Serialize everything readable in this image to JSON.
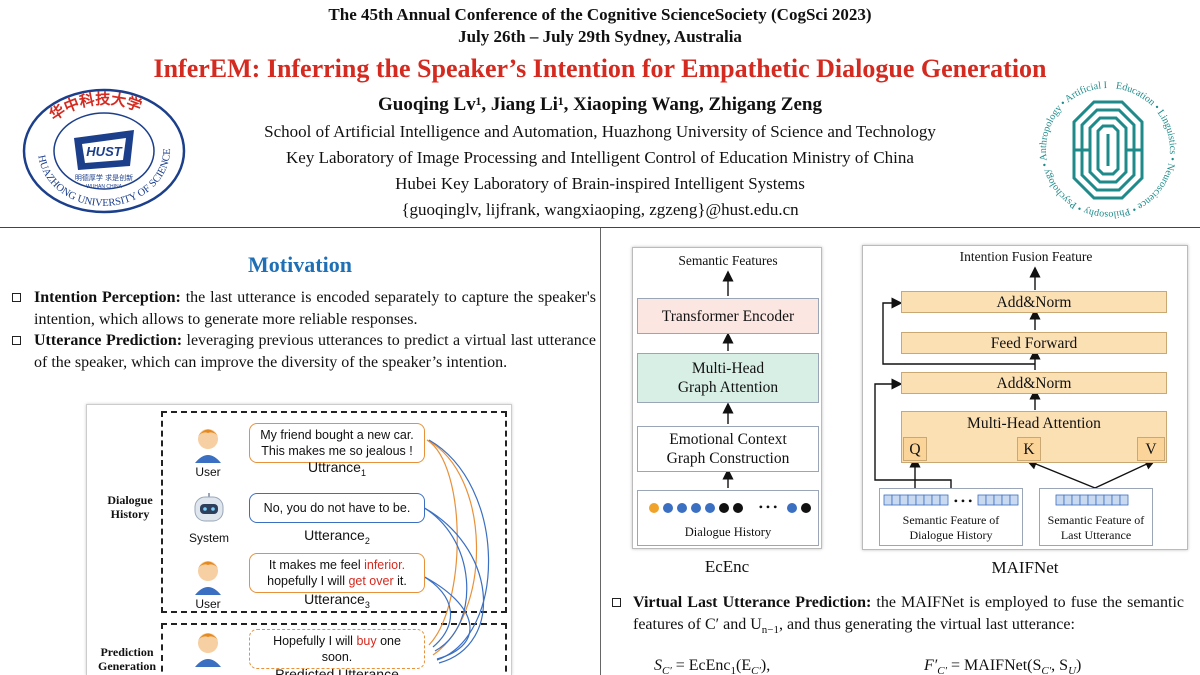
{
  "header": {
    "conference": "The 45th Annual Conference  of the Cognitive ScienceSociety (CogSci 2023)",
    "dates": "July 26th – July 29th Sydney, Australia",
    "title": "InferEM: Inferring the Speaker’s Intention for Empathetic Dialogue Generation",
    "authors": "Guoqing Lv¹, Jiang Li¹, Xiaoping Wang, Zhigang Zeng",
    "affiliations": [
      "School of Artificial Intelligence and Automation, Huazhong University of Science and Technology",
      "Key Laboratory of Image Processing and Intelligent Control of Education Ministry of China",
      "Hubei Key Laboratory of Brain-inspired Intelligent Systems",
      "{guoqinglv, lijfrank, wangxiaoping, zgzeng}@hust.edu.cn"
    ],
    "left_logo": {
      "chinese_name": "华中科技大学",
      "english_name": "HUAZHONG UNIVERSITY OF SCIENCE AND TECHNOLOGY",
      "mark": "HUST",
      "motto": "明德厚学 求是创新",
      "sub": "WUHAN CHINA",
      "color": "#1c3f8c"
    },
    "right_logo": {
      "words": [
        "Education",
        "Linguistics",
        "Neuroscience",
        "Philosophy",
        "Psychology",
        "Anthropology",
        "Artificial Intelligence"
      ],
      "color": "#1e8a8a"
    }
  },
  "motivation": {
    "title": "Motivation",
    "bullets": [
      {
        "head": "Intention Perception:",
        "text": " the last utterance is encoded separately to capture the speaker's intention, which allows to generate more reliable responses."
      },
      {
        "head": "Utterance Prediction:",
        "text": " leveraging previous utterances to predict a virtual last utterance of the speaker, which can improve the diversity of the speaker’s intention."
      }
    ]
  },
  "example": {
    "history_label_1": "Dialogue",
    "history_label_2": "History",
    "pred_label_1": "Prediction",
    "pred_label_2": "Generation",
    "turns": [
      {
        "role": "User",
        "line1": "My friend bought a new car.",
        "line2": "This makes me so jealous !",
        "utt": "Uttrance",
        "sub": "1"
      },
      {
        "role": "System",
        "line1": "No, you do not have to be.",
        "utt": "Utterance",
        "sub": "2"
      },
      {
        "role": "User",
        "line1a": "It makes me feel ",
        "line1b": "inferior.",
        "line2a": "hopefully I will ",
        "line2b": "get over",
        "line2c": " it.",
        "utt": "Utterance",
        "sub": "3"
      },
      {
        "role": "",
        "line1a": "Hopefully I will ",
        "line1b": "buy",
        "line1c": " one",
        "line2": "soon.",
        "utt": "Predicted Utterance"
      }
    ]
  },
  "ecenc": {
    "top_label": "Semantic Features",
    "blocks": [
      "Transformer Encoder",
      "Multi-Head",
      "Graph Attention",
      "Emotional Context",
      "Graph Construction"
    ],
    "bottom_label": "Dialogue History",
    "caption": "EcEnc",
    "dots": "• • •"
  },
  "maifnet": {
    "top_label": "Intention Fusion Feature",
    "blocks": [
      "Add&Norm",
      "Feed Forward",
      "Add&Norm",
      "Multi-Head Attention"
    ],
    "qkv": [
      "Q",
      "K",
      "V"
    ],
    "input1_line1": "Semantic Feature of",
    "input1_line2": "Dialogue History",
    "input2_line1": "Semantic Feature of",
    "input2_line2": "Last Utterance",
    "caption": "MAIFNet",
    "dots": "• • •"
  },
  "vlu": {
    "head": "Virtual Last Utterance Prediction:",
    "text": " the MAIFNet is employed to fuse the semantic features of C′ and U",
    "sub": "n−1",
    "text2": ", and thus generating the virtual last utterance:",
    "eq1": "S",
    "eq1_rest": " = EcEnc",
    "eq2": "F′",
    "eq2_rest": " = MAIFNet"
  },
  "colors": {
    "title_red": "#d42a1f",
    "section_blue": "#1f6fb6",
    "block_peach": "#fbe0b4",
    "block_pink": "#fbe6e2",
    "block_green": "#d8efe6",
    "dot_blue": "#3b6fc2",
    "dot_orange": "#f0a32a"
  }
}
